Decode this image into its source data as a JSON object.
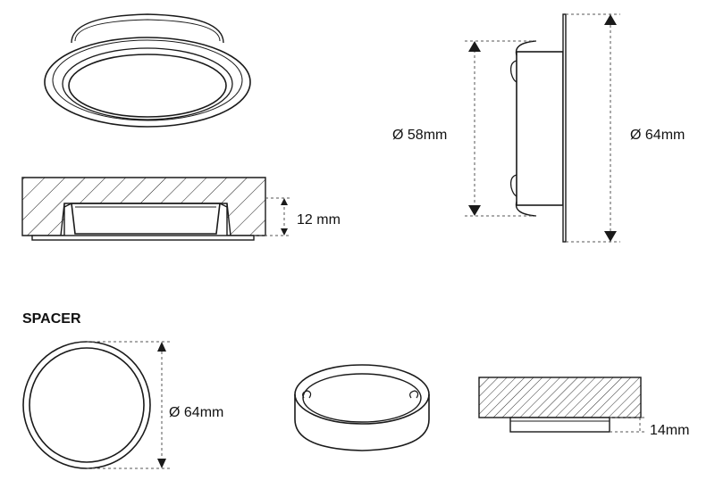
{
  "labels": {
    "inner_diameter": "Ø 58mm",
    "outer_diameter": "Ø 64mm",
    "recess_depth": "12 mm",
    "spacer_heading": "SPACER",
    "spacer_diameter": "Ø 64mm",
    "spacer_height": "14mm"
  },
  "colors": {
    "line": "#1a1a1a",
    "dimension": "#555555",
    "background": "#ffffff"
  }
}
